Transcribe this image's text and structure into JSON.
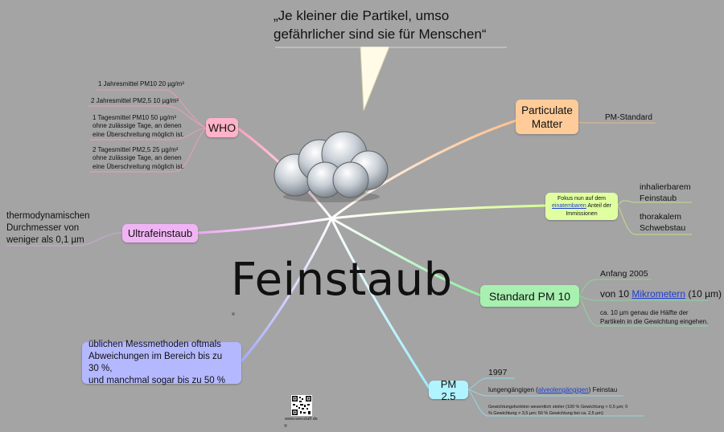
{
  "quote": {
    "line1": "„Je kleiner die Partikel, umso",
    "line2": "gefährlicher sind sie für Menschen“"
  },
  "center": {
    "title": "Feinstaub"
  },
  "who": {
    "label": "WHO",
    "color": "#ffb3c9",
    "items": [
      {
        "lines": [
          "1  Jahresmittel PM10 20 µg/m³"
        ]
      },
      {
        "lines": [
          "2  Jahresmittel PM2,5 10 µg/m³"
        ]
      },
      {
        "lines": [
          "1  Tagesmittel PM10 50 µg/m³",
          "ohne zulässige Tage, an denen",
          "eine Überschreitung möglich ist."
        ]
      },
      {
        "lines": [
          "2  Tagesmittel PM2,5 25 µg/m³",
          "ohne zulässige Tage, an denen",
          "eine Überschreitung möglich ist."
        ]
      }
    ]
  },
  "ultrafeinstaub": {
    "label": "Ultrafeinstaub",
    "color": "#f0b4f4",
    "items": [
      {
        "lines": [
          "thermodynamischen",
          "Durchmesser von",
          "weniger als 0,1 µm"
        ]
      }
    ]
  },
  "messmethoden": {
    "lines": [
      "üblichen Messmethoden oftmals",
      "Abweichungen im Bereich bis zu 30 %,",
      "und manchmal sogar bis zu 50 %"
    ],
    "color": "#b4b8ff"
  },
  "particulate": {
    "label_line1": "Particulate",
    "label_line2": "Matter",
    "color": "#ffcc99",
    "items": [
      {
        "lines": [
          "PM-Standard"
        ]
      }
    ]
  },
  "fokus": {
    "line1": "Fokus nun auf dem",
    "link": "einatembaren",
    "line2_rest": " Anteil der",
    "line3": "Immissionen",
    "color": "#e0ffa0",
    "items": [
      {
        "lines": [
          "inhalierbarem",
          "Feinstaub"
        ]
      },
      {
        "lines": [
          "thorakalem",
          "Schwebstau"
        ]
      }
    ]
  },
  "pm10": {
    "label": "Standard PM 10",
    "color": "#a8f0b0",
    "items": {
      "year": "Anfang 2005",
      "von_prefix": "von 10 ",
      "von_link": "Mikrometern",
      "von_suffix": " (10 µm)",
      "note_line1": "ca. 10 µm genau die Hälfte der",
      "note_line2": "Partikeln in die Gewichtung eingehen."
    }
  },
  "pm25": {
    "label": "PM 2.5",
    "color": "#b0f4ff",
    "items": {
      "year": "1997",
      "lung_prefix": "lungengängigen (",
      "lung_link": "alveolengängigen",
      "lung_suffix": ") Feinstau",
      "note_line1": "Gewichtungsfunktion wesentlich steiler (100 % Gewichtung < 0,5 µm; 0",
      "note_line2": "% Gewichtung > 3,5 µm; 50 % Gewichtung bei ca. 2,5 µm)"
    }
  },
  "footer": {
    "url": "www.wenzlaff.de"
  },
  "icons": [
    "cloud-icon",
    "qr-code-icon"
  ]
}
